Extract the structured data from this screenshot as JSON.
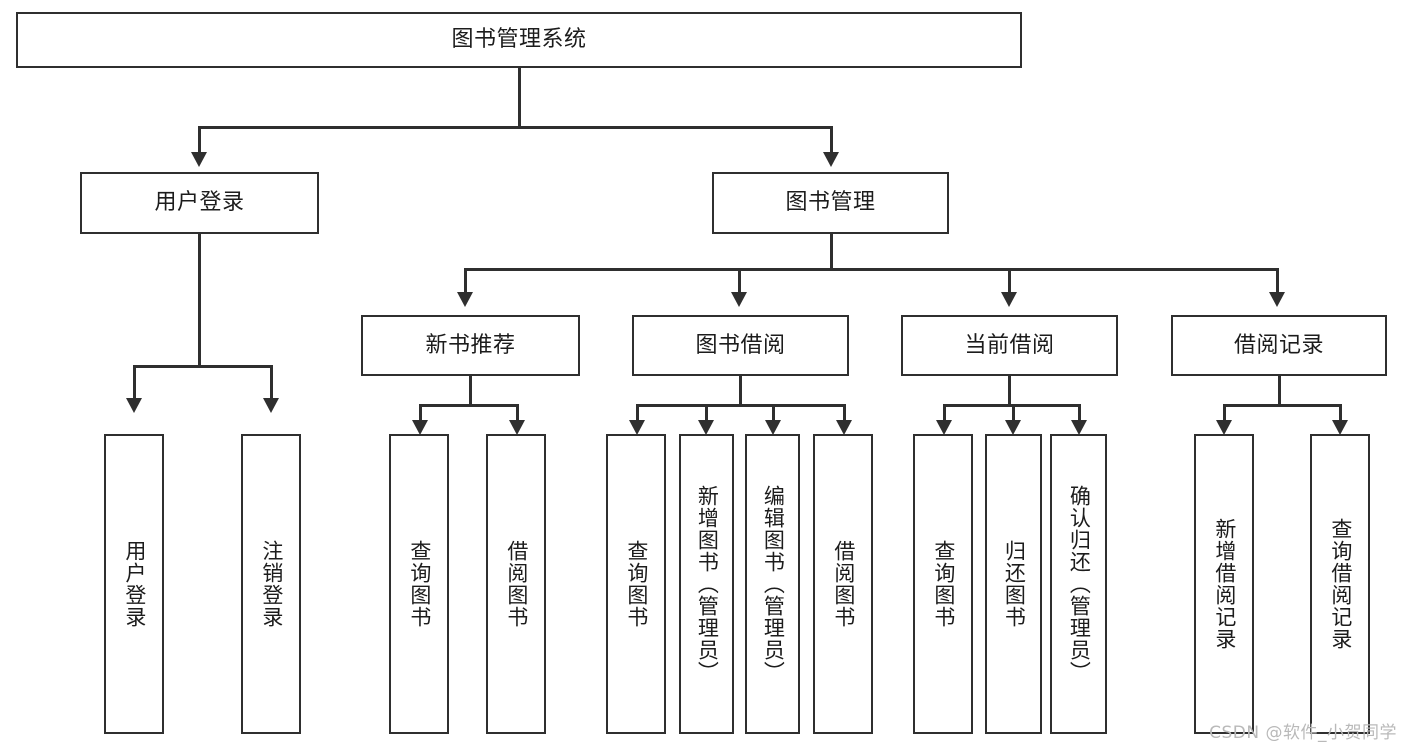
{
  "diagram": {
    "title": "图书管理系统",
    "type": "tree-hierarchy-diagram",
    "root": {
      "label": "图书管理系统"
    },
    "level2": [
      {
        "label": "用户登录"
      },
      {
        "label": "图书管理"
      }
    ],
    "level3": [
      {
        "label": "新书推荐"
      },
      {
        "label": "图书借阅"
      },
      {
        "label": "当前借阅"
      },
      {
        "label": "借阅记录"
      }
    ],
    "leaves": {
      "user_login": [
        {
          "label": "用户登录"
        },
        {
          "label": "注销登录"
        }
      ],
      "new_book_recommend": [
        {
          "label": "查询图书"
        },
        {
          "label": "借阅图书"
        }
      ],
      "book_borrow": [
        {
          "label": "查询图书"
        },
        {
          "label": "新增图书（管理员）"
        },
        {
          "label": "编辑图书（管理员）"
        },
        {
          "label": "借阅图书"
        }
      ],
      "current_borrow": [
        {
          "label": "查询图书"
        },
        {
          "label": "归还图书"
        },
        {
          "label": "确认归还（管理员）"
        }
      ],
      "borrow_record": [
        {
          "label": "新增借阅记录"
        },
        {
          "label": "查询借阅记录"
        }
      ]
    }
  },
  "watermark": {
    "text": "CSDN @软件_小贺同学"
  },
  "colors": {
    "stroke": "#2f2f2f",
    "fill": "#ffffff",
    "text": "#1c1c1c",
    "watermark": "#b9b9b9"
  }
}
